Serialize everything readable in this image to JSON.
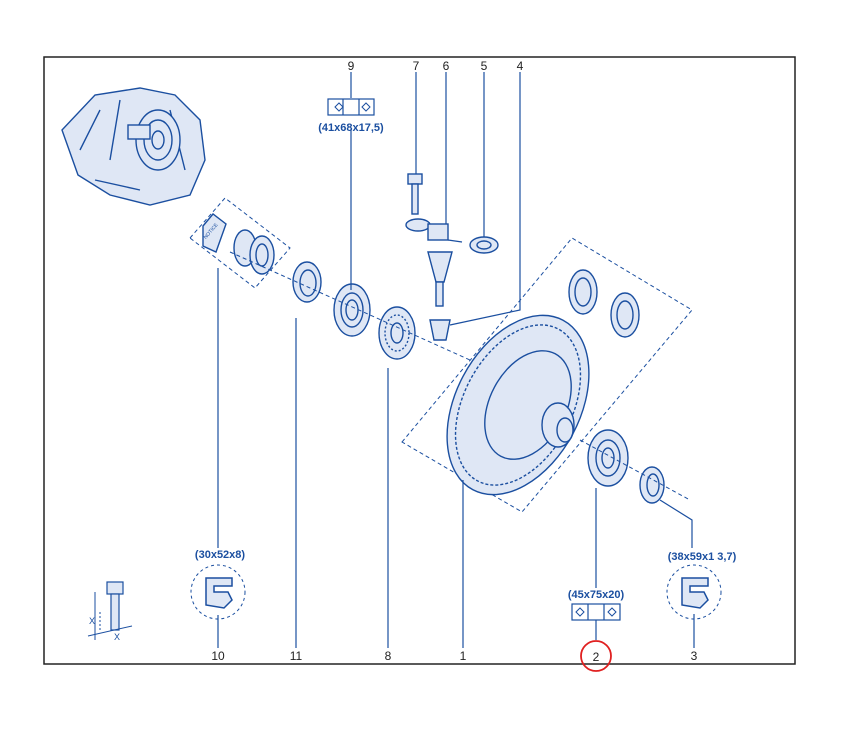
{
  "diagram": {
    "callouts": [
      {
        "id": "9",
        "label": "9"
      },
      {
        "id": "7",
        "label": "7"
      },
      {
        "id": "6",
        "label": "6"
      },
      {
        "id": "5",
        "label": "5"
      },
      {
        "id": "4",
        "label": "4"
      },
      {
        "id": "10",
        "label": "10"
      },
      {
        "id": "11",
        "label": "11"
      },
      {
        "id": "8",
        "label": "8"
      },
      {
        "id": "1",
        "label": "1"
      },
      {
        "id": "2",
        "label": "2"
      },
      {
        "id": "3",
        "label": "3"
      }
    ],
    "dimensions": {
      "bearing_9": "(41x68x17,5)",
      "seal_10": "(30x52x8)",
      "bearing_2": "(45x75x20)",
      "seal_3": "(38x59x1 3,7)"
    },
    "highlighted_callout": "2",
    "notice_label": "NOTICE",
    "axis_labels": {
      "x1": "X",
      "x2": "X"
    },
    "colors": {
      "line": "#1b4fa0",
      "highlight": "#e02020",
      "text": "#222222"
    }
  }
}
